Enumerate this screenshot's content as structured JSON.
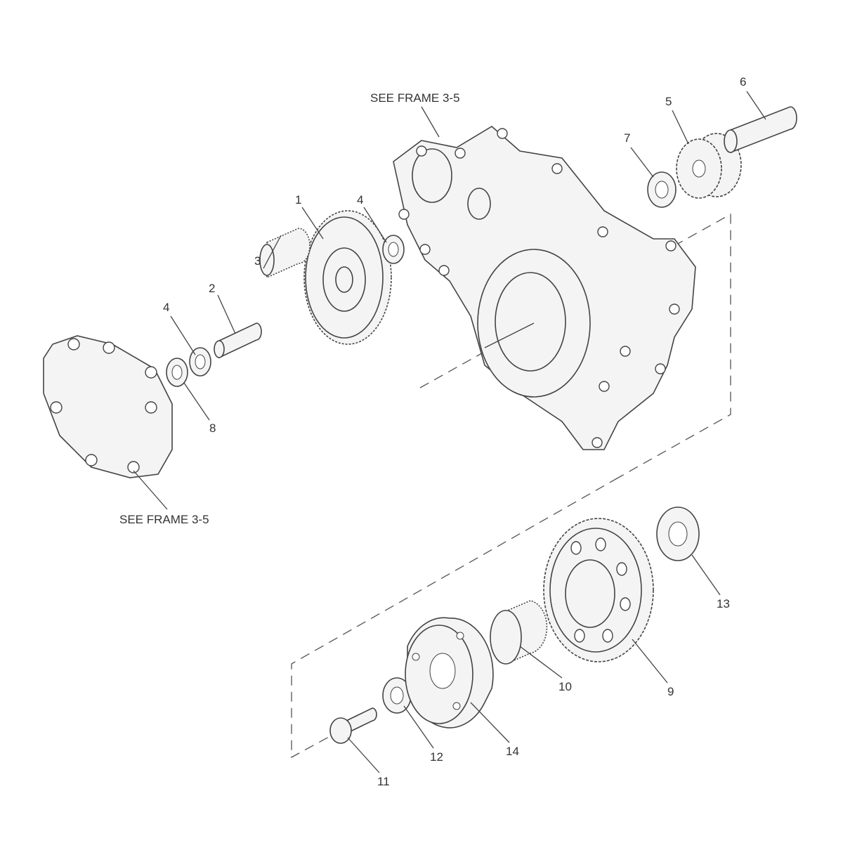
{
  "diagram": {
    "references": [
      "SEE FRAME 3-5",
      "SEE FRAME 3-5"
    ],
    "callouts": [
      "1",
      "2",
      "3",
      "4",
      "4",
      "5",
      "6",
      "7",
      "8",
      "9",
      "10",
      "11",
      "12",
      "13",
      "14"
    ],
    "colors": {
      "line": "#444444",
      "fill": "#f4f4f4",
      "text": "#333333"
    }
  }
}
